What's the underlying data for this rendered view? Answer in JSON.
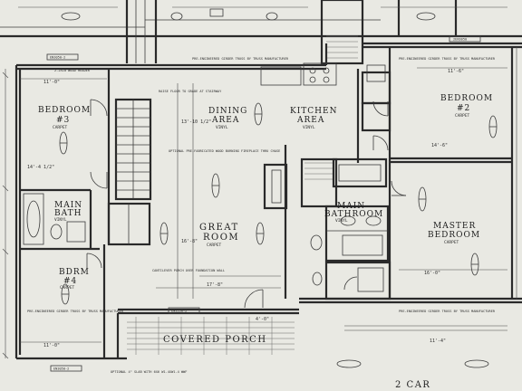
{
  "rooms": {
    "bedroom3": {
      "name": "BEDROOM",
      "number": "#3",
      "floor": "CARPET",
      "dim": "11'-0\""
    },
    "dining": {
      "name": "DINING",
      "name2": "AREA",
      "floor": "VINYL"
    },
    "kitchen": {
      "name": "KITCHEN",
      "name2": "AREA",
      "floor": "VINYL"
    },
    "bedroom2": {
      "name": "BEDROOM",
      "number": "#2",
      "floor": "CARPET",
      "dim": "11'-6\""
    },
    "main_bath": {
      "name": "MAIN",
      "name2": "BATH",
      "floor": "VINYL"
    },
    "great_room": {
      "name": "GREAT",
      "name2": "ROOM",
      "floor": "CARPET"
    },
    "main_bathroom": {
      "name": "MAIN",
      "name2": "BATHROOM",
      "floor": "VINYL"
    },
    "master": {
      "name": "MASTER",
      "name2": "BEDROOM",
      "floor": "CARPET",
      "dim": "16'-0\""
    },
    "bedroom4": {
      "name": "BDRM",
      "number": "#4",
      "floor": "CARPET",
      "dim": "11'-0\""
    },
    "porch": {
      "name": "COVERED PORCH"
    },
    "garage": {
      "name": "2 CAR"
    }
  },
  "notes": {
    "truss_top": "PRE-ENGINEERED GIRDER TRUSS BY TRUSS MANUFACTURER",
    "truss_right": "PRE-ENGINEERED GIRDER TRUSS BY TRUSS MANUFACTURER",
    "truss_left": "PRE-ENGINEERED GIRDER TRUSS BY TRUSS MANUFACTURER",
    "truss_right_low": "PRE-ENGINEERED GIRDER TRUSS BY TRUSS MANUFACTURER",
    "fireplace": "OPTIONAL PRE-FABRICATED WOOD BURNING FIREPLACE THRU CHASE",
    "header": "2-2X10 WOOD HEADER",
    "cantilever": "CANTILEVER PORCH OVER FOUNDATION WALL",
    "stair": "RAISE FLOOR TO GRADE AT STAIRWAY",
    "porch_bottom": "OPTIONAL 4\" SLAB WITH 6X6 W1.4XW1.4 WWF",
    "window_left_top": "EN3050-2",
    "window_left_bottom": "EN3050-2",
    "window_center": "EN3550-2",
    "window_right": "2EN3050"
  },
  "dims": {
    "dining": "13'-10 1/2\"",
    "great": "16'-8\"",
    "left_span": "14'-4 1/2\"",
    "mid_span": "17'-8\"",
    "master_side": "14'-6\"",
    "garage_dim": "11'-4\"",
    "porch_dim": "4'-0\""
  }
}
